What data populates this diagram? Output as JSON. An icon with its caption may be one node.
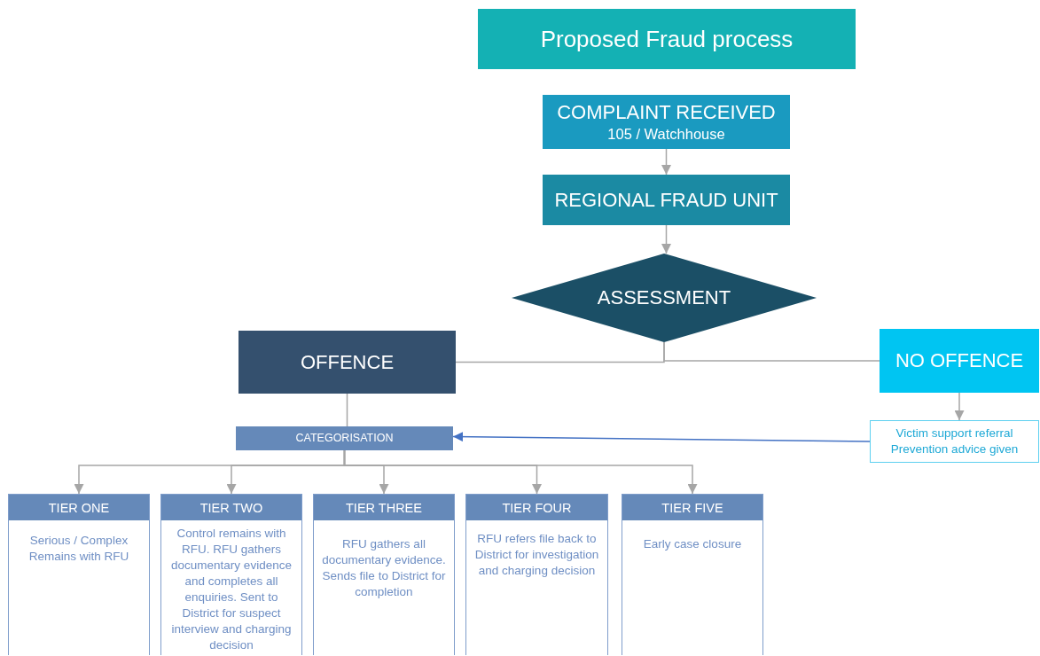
{
  "diagram": {
    "nodes": [
      {
        "text": [
          "Proposed Fraud process"
        ]
      },
      {
        "text": [
          "COMPLAINT RECEIVED",
          "105 / Watchhouse"
        ]
      },
      {
        "text": [
          "REGIONAL FRAUD UNIT"
        ]
      },
      {
        "text": [
          "ASSESSMENT"
        ]
      },
      {
        "text": [
          "OFFENCE"
        ]
      },
      {
        "text": [
          "NO OFFENCE"
        ]
      },
      {
        "text": [
          "CATEGORISATION"
        ]
      },
      {
        "text": [
          "Victim support referral",
          "Prevention advice given"
        ]
      },
      {
        "text": [
          "TIER ONE",
          "Serious / Complex Remains with RFU"
        ]
      },
      {
        "text": [
          "TIER TWO",
          "Control remains with RFU. RFU gathers documentary evidence and completes all enquiries. Sent to District for suspect interview and charging decision"
        ]
      },
      {
        "text": [
          "TIER THREE",
          "RFU gathers all documentary evidence. Sends file to District for completion"
        ]
      },
      {
        "text": [
          "TIER FOUR",
          "RFU refers file back to District for investigation and charging decision"
        ]
      },
      {
        "text": [
          "TIER FIVE",
          "Early case closure"
        ]
      }
    ],
    "edges": [
      {
        "from": 1,
        "to": 2,
        "arrow": "to"
      },
      {
        "from": 2,
        "to": 3,
        "arrow": "to"
      },
      {
        "from": 3,
        "to": 4,
        "arrow": "none"
      },
      {
        "from": 3,
        "to": 5,
        "arrow": "none"
      },
      {
        "from": 4,
        "to": 6,
        "arrow": "none"
      },
      {
        "from": 5,
        "to": 7,
        "arrow": "to"
      },
      {
        "from": 7,
        "to": 6,
        "arrow": "to",
        "color": "#4472c4"
      },
      {
        "from": 6,
        "to": 8,
        "arrow": "to"
      },
      {
        "from": 6,
        "to": 9,
        "arrow": "to"
      },
      {
        "from": 6,
        "to": 10,
        "arrow": "to"
      },
      {
        "from": 6,
        "to": 11,
        "arrow": "to"
      },
      {
        "from": 6,
        "to": 12,
        "arrow": "to"
      }
    ]
  }
}
